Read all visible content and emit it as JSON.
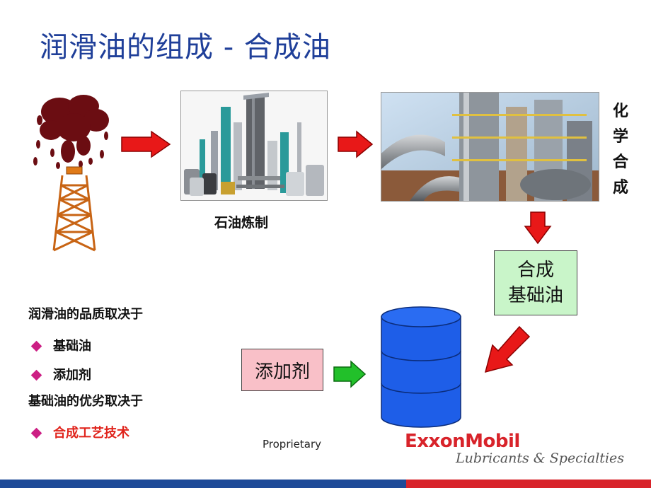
{
  "slide": {
    "title": "润滑油的组成 - 合成油",
    "vertical_label": [
      "化",
      "学",
      "合",
      "成"
    ],
    "refining_caption": "石油炼制",
    "synthetic_base_oil": [
      "合成",
      "基础油"
    ],
    "additive_label": "添加剂",
    "quality_heading": "润滑油的品质取决于",
    "quality_items": [
      "基础油",
      "添加剂"
    ],
    "base_oil_heading": "基础油的优劣取决于",
    "base_oil_items": [
      "合成工艺技术"
    ],
    "footer_note": "Proprietary",
    "logo_text": "ExxonMobil",
    "logo_subtitle": "Lubricants & Specialties"
  },
  "colors": {
    "title": "#1f3f99",
    "arrow_red": "#e81818",
    "arrow_green": "#22c02a",
    "synthetic_box": "#c9f5c9",
    "additive_box": "#f9c0c8",
    "barrel": "#1e5ee8",
    "bullet_diamond": "#cc1f84",
    "highlight_text": "#e0241c",
    "brand_blue": "#1e4a98",
    "brand_red": "#d8232a"
  },
  "icons": [
    "oil-derrick-icon",
    "refinery-icon",
    "chemical-plant-icon",
    "oil-barrel-icon",
    "arrow-right-icon",
    "arrow-down-icon",
    "arrow-diagonal-icon",
    "diamond-bullet-icon"
  ]
}
